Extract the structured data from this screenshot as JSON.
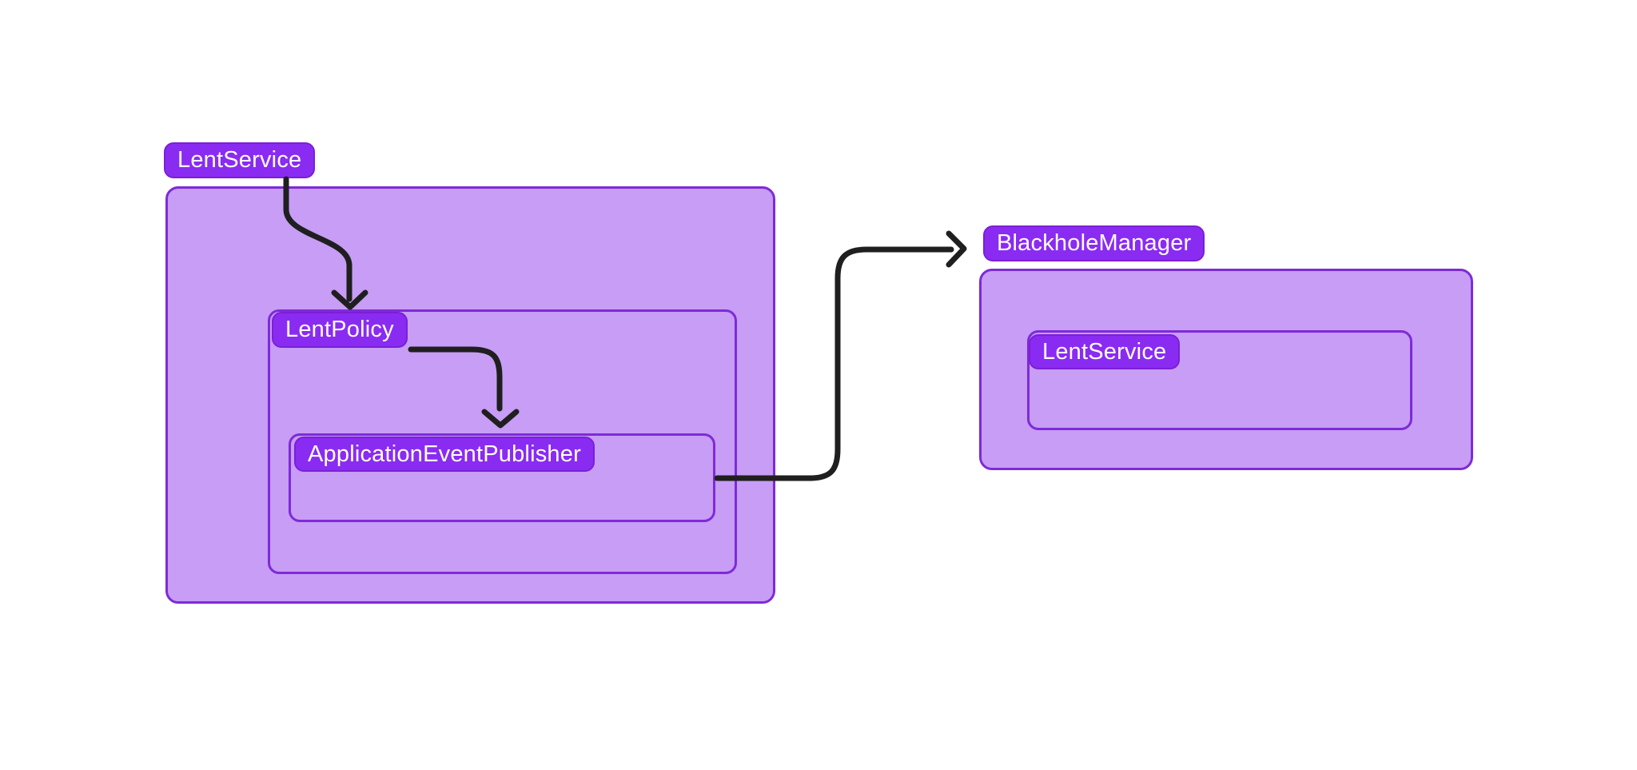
{
  "badges": {
    "lent_service_left": "LentService",
    "lent_policy": "LentPolicy",
    "application_event_publisher": "ApplicationEventPublisher",
    "blackhole_manager": "BlackholeManager",
    "lent_service_right": "LentService"
  },
  "colors": {
    "canvas_bg": "#ffffff",
    "badge_fill": "#8a2bf2",
    "badge_border": "#7b1fd8",
    "badge_text": "#ffffff",
    "box_fill": "#c79df5",
    "box_border": "#7f2ad8",
    "arrow_color": "#1f1f1f"
  }
}
